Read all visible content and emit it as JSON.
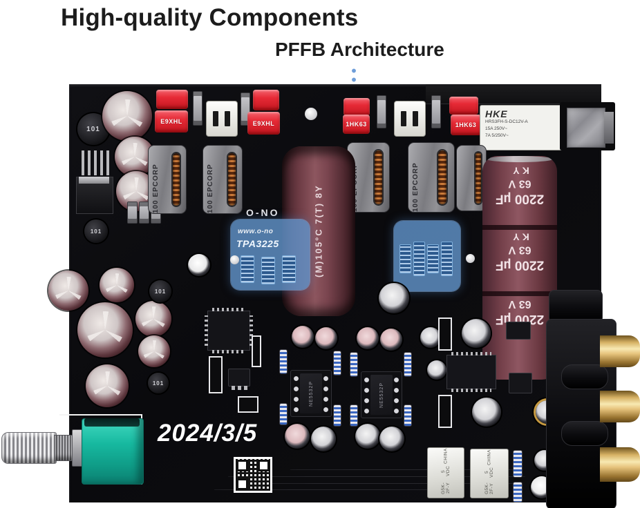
{
  "title": "High-quality Components",
  "annotation": {
    "label": "PFFB Architecture"
  },
  "board": {
    "date": "2024/3/5",
    "silkscreen": {
      "brand": "O-NO",
      "url": "www.o-no",
      "chip": "TPA3225"
    },
    "film_caps": [
      "E9XHL",
      "E9XHL",
      "1HK63",
      "1HK63"
    ],
    "inductor_label": "100 EPCORP",
    "choke_label": "101",
    "power_relay": {
      "brand": "HKE",
      "model": "HRS3FH-S-DC12V-A",
      "rating_1": "15A 250V~",
      "rating_2": "7A 5/250V~"
    },
    "main_cap_label": "(M)105°C 7(T) 8Y",
    "psu_cap": {
      "capacity": "2200 µF",
      "voltage": "63 V",
      "series": "KY"
    },
    "opamp_label": "NE5532P",
    "signal_relay": {
      "model": "G5K-2F-Y",
      "coil": "5 VDC",
      "origin": "CHINA"
    }
  },
  "colors": {
    "board": "#0c0c0e",
    "film_cap_red": "#e62a36",
    "psu_cap_maroon": "#6f3f48",
    "highlight_blue": "#6092c9",
    "dotted_line_blue": "#6f9ed9",
    "knob_teal": "#14b8a0",
    "rca_gold": "#e3c077",
    "text": "#1c1c1c"
  }
}
